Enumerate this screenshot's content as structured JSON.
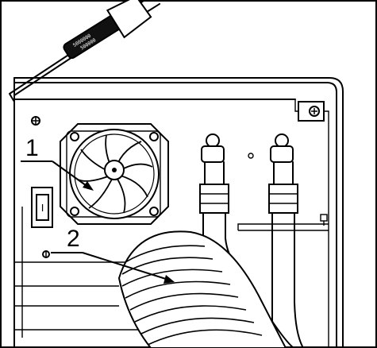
{
  "figure": {
    "callouts": [
      {
        "id": "1",
        "label": "1"
      },
      {
        "id": "2",
        "label": "2"
      }
    ],
    "plug_markings": [
      "5000000",
      "500000"
    ],
    "switch_mark": "I"
  }
}
